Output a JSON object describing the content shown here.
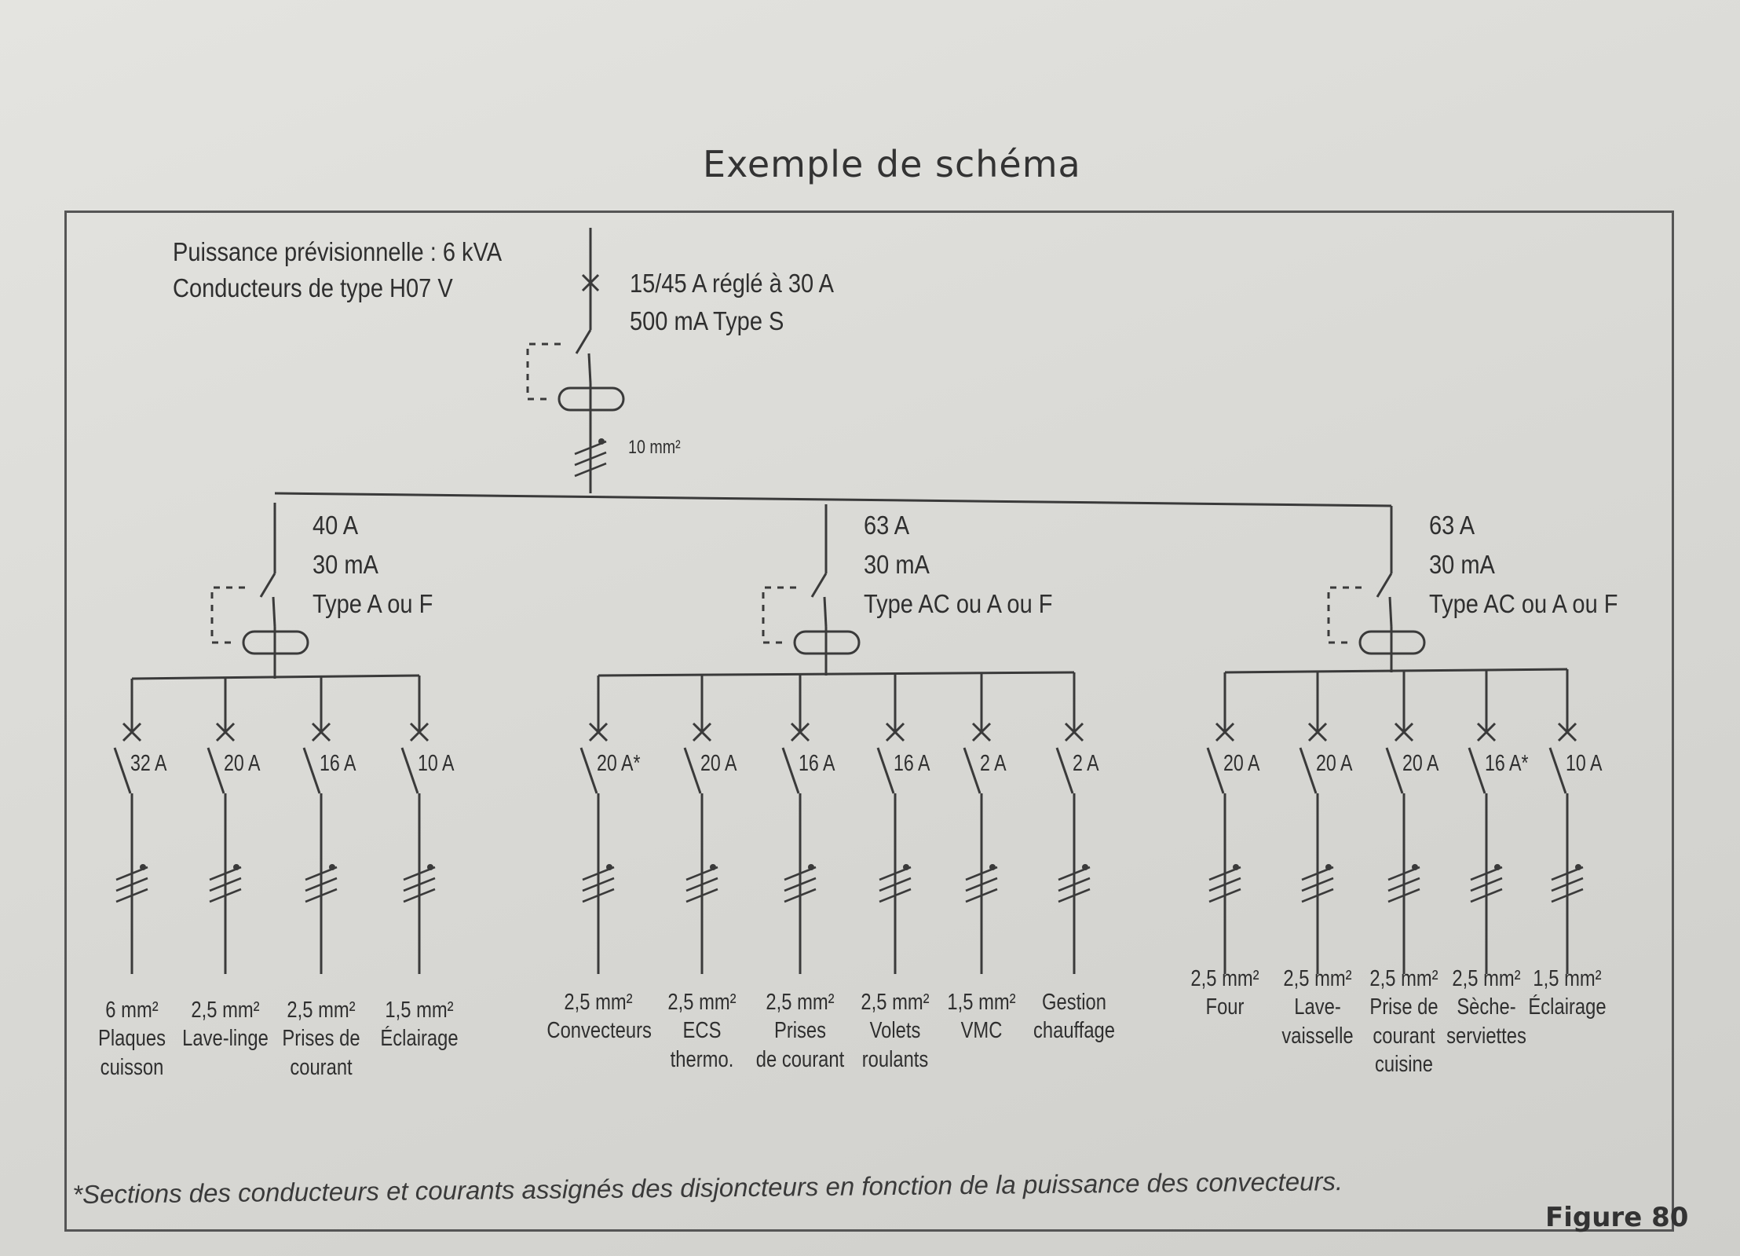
{
  "title": "Exemple de schéma",
  "header": {
    "line1": "Puissance prévisionnelle : 6 kVA",
    "line2": "Conducteurs de type H07 V"
  },
  "main_breaker": {
    "rating": "15/45 A réglé à 30 A",
    "sensitivity": "500 mA Type S",
    "section": "10 mm²"
  },
  "groups": [
    {
      "rating": "40 A",
      "sensitivity": "30 mA",
      "type": "Type A ou F",
      "circuits": [
        {
          "breaker": "32 A",
          "section": "6 mm²",
          "label": "Plaques\ncuisson"
        },
        {
          "breaker": "20 A",
          "section": "2,5 mm²",
          "label": "Lave-linge"
        },
        {
          "breaker": "16 A",
          "section": "2,5 mm²",
          "label": "Prises de\ncourant"
        },
        {
          "breaker": "10 A",
          "section": "1,5 mm²",
          "label": "Éclairage"
        }
      ]
    },
    {
      "rating": "63 A",
      "sensitivity": "30 mA",
      "type": "Type AC ou A ou F",
      "circuits": [
        {
          "breaker": "20 A*",
          "section": "2,5 mm²",
          "label": "Convecteurs"
        },
        {
          "breaker": "20 A",
          "section": "2,5 mm²",
          "label": "ECS\nthermo."
        },
        {
          "breaker": "16 A",
          "section": "2,5 mm²",
          "label": "Prises\nde courant"
        },
        {
          "breaker": "16 A",
          "section": "2,5 mm²",
          "label": "Volets\nroulants"
        },
        {
          "breaker": "2 A",
          "section": "1,5 mm²",
          "label": "VMC"
        },
        {
          "breaker": "2 A",
          "section": "",
          "label": "Gestion\nchauffage"
        }
      ]
    },
    {
      "rating": "63 A",
      "sensitivity": "30 mA",
      "type": "Type AC ou A ou F",
      "circuits": [
        {
          "breaker": "20 A",
          "section": "2,5 mm²",
          "label": "Four"
        },
        {
          "breaker": "20 A",
          "section": "2,5 mm²",
          "label": "Lave-\nvaisselle"
        },
        {
          "breaker": "20 A",
          "section": "2,5 mm²",
          "label": "Prise de\ncourant\ncuisine"
        },
        {
          "breaker": "16 A*",
          "section": "2,5 mm²",
          "label": "Sèche-\nserviettes"
        },
        {
          "breaker": "10 A",
          "section": "1,5 mm²",
          "label": "Éclairage"
        }
      ]
    }
  ],
  "footnote": "*Sections des conducteurs et courants assignés des disjoncteurs en fonction de la puissance des convecteurs.",
  "figure_label": "Figure 80"
}
